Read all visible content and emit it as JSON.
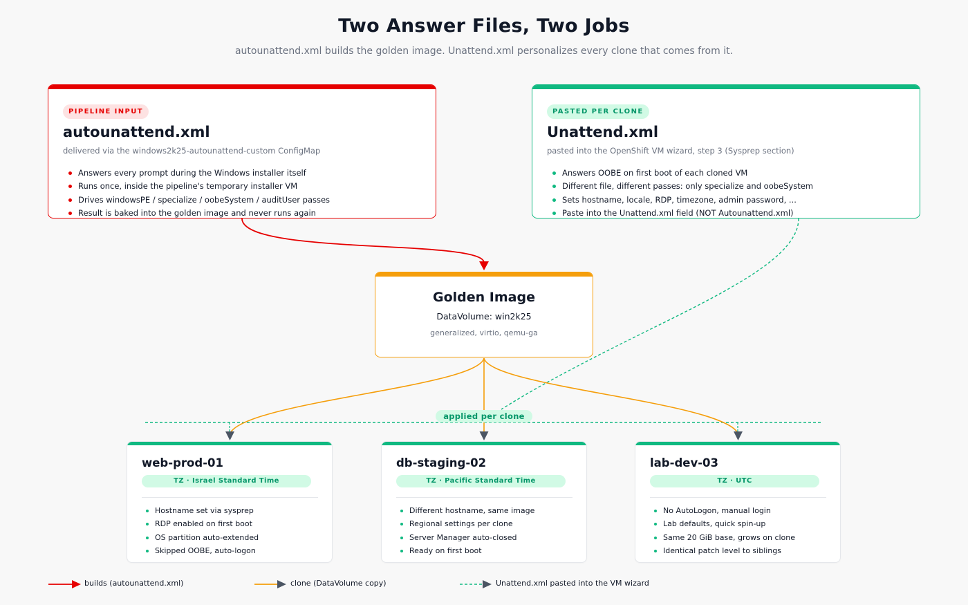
{
  "title": "Two Answer Files, Two Jobs",
  "subtitle": "autounattend.xml builds the golden image. Unattend.xml personalizes every clone that comes from it.",
  "colors": {
    "red": "#e60000",
    "green": "#10b981",
    "orange": "#f59e0b",
    "slate": "#4b5563",
    "green_dark": "#059669"
  },
  "autounattend": {
    "badge": "PIPELINE INPUT",
    "title": "autounattend.xml",
    "subtitle": "delivered via the windows2k25-autounattend-custom ConfigMap",
    "bullets": [
      "Answers every prompt during the Windows installer itself",
      "Runs once, inside the pipeline's temporary installer VM",
      "Drives windowsPE / specialize / oobeSystem / auditUser passes",
      "Result is baked into the golden image and never runs again"
    ]
  },
  "unattend": {
    "badge": "PASTED PER CLONE",
    "title": "Unattend.xml",
    "subtitle": "pasted into the OpenShift VM wizard, step 3 (Sysprep section)",
    "bullets": [
      "Answers OOBE on first boot of each cloned VM",
      "Different file, different passes: only specialize and oobeSystem",
      "Sets hostname, locale, RDP, timezone, admin password, ...",
      "Paste into the Unattend.xml field (NOT Autounattend.xml)"
    ]
  },
  "golden": {
    "title": "Golden Image",
    "subtitle": "DataVolume: win2k25",
    "note": "generalized, virtio, qemu-ga"
  },
  "applied_label": "applied per clone",
  "clones": [
    {
      "name": "web-prod-01",
      "tz": "TZ · Israel Standard Time",
      "bullets": [
        "Hostname set via sysprep",
        "RDP enabled on first boot",
        "OS partition auto-extended",
        "Skipped OOBE, auto-logon"
      ]
    },
    {
      "name": "db-staging-02",
      "tz": "TZ · Pacific Standard Time",
      "bullets": [
        "Different hostname, same image",
        "Regional settings per clone",
        "Server Manager auto-closed",
        "Ready on first boot"
      ]
    },
    {
      "name": "lab-dev-03",
      "tz": "TZ · UTC",
      "bullets": [
        "No AutoLogon, manual login",
        "Lab defaults, quick spin-up",
        "Same 20 GiB base, grows on clone",
        "Identical patch level to siblings"
      ]
    }
  ],
  "legend": {
    "builds": "builds (autounattend.xml)",
    "clone": "clone (DataVolume copy)",
    "unattend": "Unattend.xml pasted into the VM wizard"
  }
}
